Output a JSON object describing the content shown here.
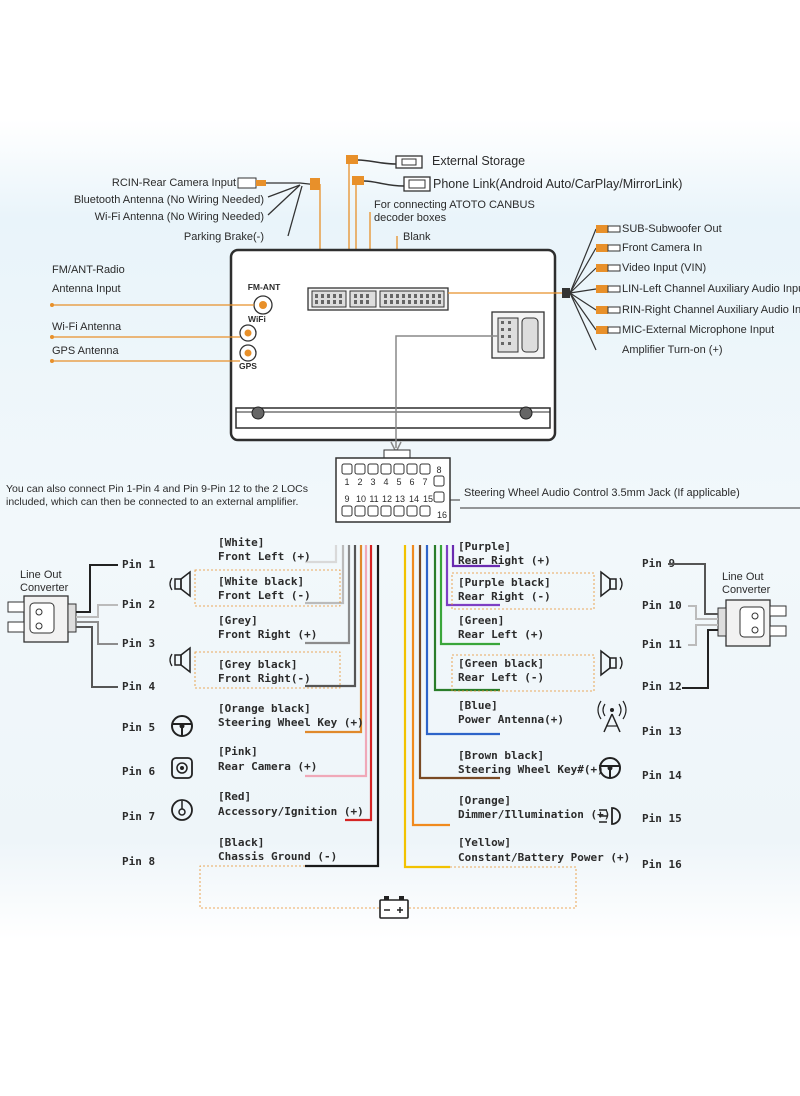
{
  "top_connectors": {
    "external_storage": "External Storage",
    "phone_link": "Phone Link(Android Auto/CarPlay/MirrorLink)",
    "canbus_line1": "For connecting ATOTO CANBUS",
    "canbus_line2": "decoder boxes",
    "blank": "Blank"
  },
  "left_top": {
    "rcin": "RCIN-Rear Camera Input",
    "bluetooth": "Bluetooth Antenna (No Wiring Needed)",
    "wifi": "Wi-Fi Antenna (No Wiring Needed)",
    "parking": "Parking Brake(-)"
  },
  "left_antennas": {
    "fm_line1": "FM/ANT-Radio",
    "fm_line2": "Antenna Input",
    "wifi": "Wi-Fi Antenna",
    "gps": "GPS Antenna"
  },
  "unit_ports": {
    "fm": "FM-ANT",
    "wifi": "WiFi",
    "gps": "GPS"
  },
  "right_rca": [
    "SUB-Subwoofer Out",
    "Front Camera In",
    "Video Input (VIN)",
    "LIN-Left Channel Auxiliary Audio Input",
    "RIN-Right Channel Auxiliary Audio Input",
    "MIC-External Microphone Input",
    "Amplifier Turn-on (+)"
  ],
  "harness": {
    "top_numbers": [
      "1",
      "2",
      "3",
      "4",
      "5",
      "6",
      "7",
      "8"
    ],
    "bottom_numbers": [
      "9",
      "10",
      "11",
      "12",
      "13",
      "14",
      "15",
      "16"
    ],
    "note_line1": "You can also connect Pin 1-Pin 4 and Pin 9-Pin 12 to the 2 LOCs",
    "note_line2": "included, which can then be connected to an external amplifier.",
    "steering_jack": "Steering Wheel Audio Control 3.5mm Jack (If applicable)"
  },
  "converters": {
    "left_line1": "Line Out",
    "left_line2": "Converter",
    "right_line1": "Line Out",
    "right_line2": "Converter"
  },
  "left_wires": [
    {
      "pin": "Pin 1",
      "color": "[White]",
      "name": "Front Left (+)",
      "hex": "#d9d9d9"
    },
    {
      "pin": "Pin 2",
      "color": "[White black]",
      "name": "Front Left (-)",
      "hex": "#bbbbbb"
    },
    {
      "pin": "Pin 3",
      "color": "[Grey]",
      "name": "Front Right (+)",
      "hex": "#8c8c8c"
    },
    {
      "pin": "Pin 4",
      "color": "[Grey black]",
      "name": "Front Right(-)",
      "hex": "#555555"
    },
    {
      "pin": "Pin 5",
      "color": "[Orange black]",
      "name": "Steering Wheel Key (+)",
      "hex": "#e0892b"
    },
    {
      "pin": "Pin 6",
      "color": "[Pink]",
      "name": "Rear Camera (+)",
      "hex": "#f0a8b8"
    },
    {
      "pin": "Pin 7",
      "color": "[Red]",
      "name": "Accessory/Ignition (+)",
      "hex": "#d42424"
    },
    {
      "pin": "Pin 8",
      "color": "[Black]",
      "name": "Chassis Ground (-)",
      "hex": "#1a1a1a"
    }
  ],
  "right_wires": [
    {
      "pin": "Pin 9",
      "color": "[Purple]",
      "name": "Rear Right (+)",
      "hex": "#6a2bb0"
    },
    {
      "pin": "Pin 10",
      "color": "[Purple black]",
      "name": "Rear Right (-)",
      "hex": "#7d3fc4"
    },
    {
      "pin": "Pin 11",
      "color": "[Green]",
      "name": "Rear Left (+)",
      "hex": "#3aa63a"
    },
    {
      "pin": "Pin 12",
      "color": "[Green black]",
      "name": "Rear Left (-)",
      "hex": "#2a7d2a"
    },
    {
      "pin": "Pin 13",
      "color": "[Blue]",
      "name": "Power Antenna(+)",
      "hex": "#2e64c9"
    },
    {
      "pin": "Pin 14",
      "color": "[Brown black]",
      "name": "Steering Wheel Key#(+)",
      "hex": "#7a4a24"
    },
    {
      "pin": "Pin 15",
      "color": "[Orange]",
      "name": "Dimmer/Illumination (+)",
      "hex": "#f08a1e"
    },
    {
      "pin": "Pin 16",
      "color": "[Yellow]",
      "name": "Constant/Battery Power (+)",
      "hex": "#f2c200"
    }
  ],
  "accent_orange": "#e8902a"
}
